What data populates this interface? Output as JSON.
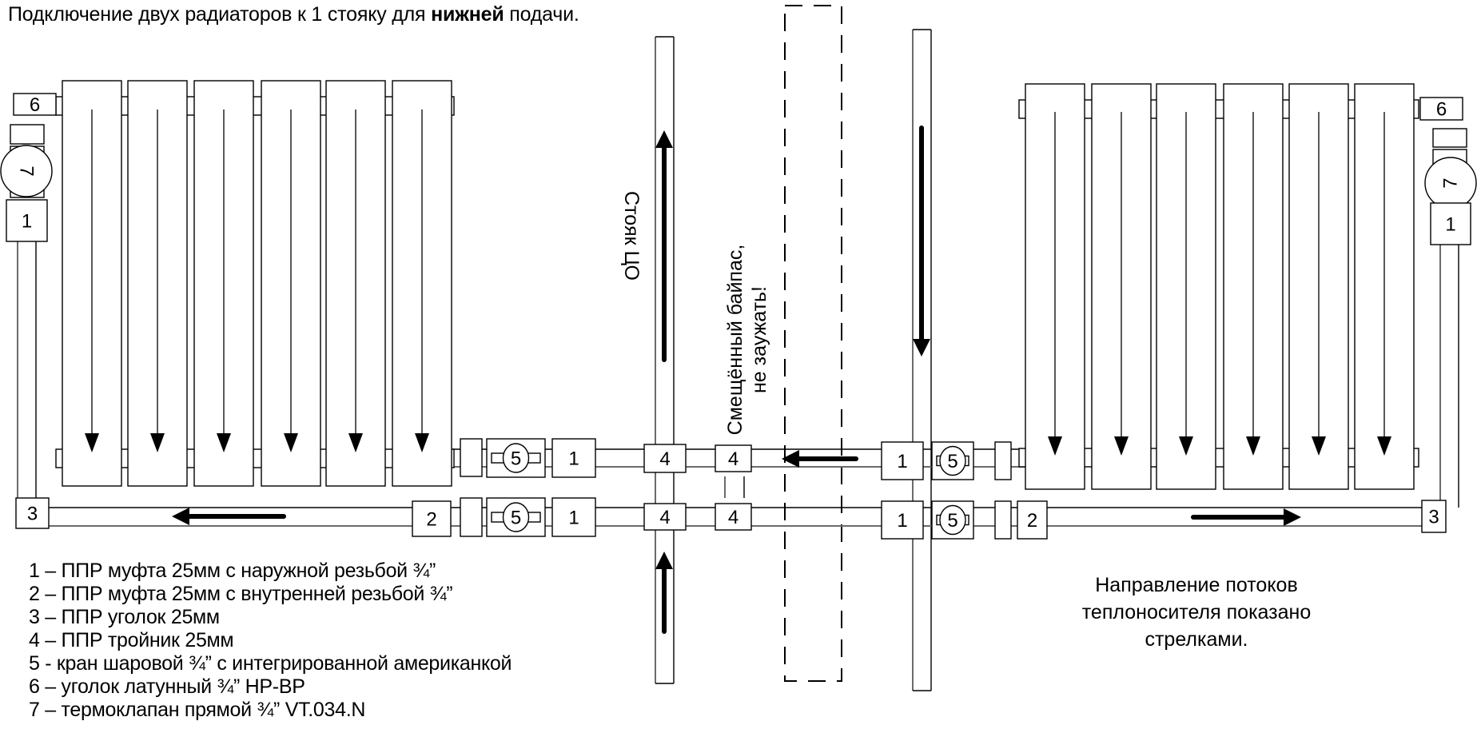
{
  "title": {
    "prefix": "Подключение двух радиаторов к 1 стояку для ",
    "bold": "нижней",
    "suffix": " подачи."
  },
  "labels": {
    "riser": "Стояк ЦО",
    "bypass_line1": "Смещённый байпас,",
    "bypass_line2": "не заужать!"
  },
  "note": {
    "line1": "Направление потоков",
    "line2": "теплоносителя показано",
    "line3": "стрелками."
  },
  "legend": [
    "1 – ППР муфта 25мм с наружной резьбой ¾”",
    "2 – ППР муфта 25мм с внутренней резьбой ¾”",
    "3 – ППР уголок 25мм",
    "4 – ППР тройник 25мм",
    "5 - кран шаровой ¾” с интегрированной американкой",
    "6 – уголок латунный ¾” НР-ВР",
    "7 – термоклапан прямой ¾” VT.034.N"
  ],
  "diagram": {
    "left_radiator": {
      "sections": 6,
      "flow": "down"
    },
    "right_radiator": {
      "sections": 6,
      "flow": "down"
    },
    "part_numbers": {
      "coupling_outer": "1",
      "coupling_inner": "2",
      "elbow": "3",
      "tee": "4",
      "ball_valve": "5",
      "brass_elbow": "6",
      "thermovalve": "7"
    },
    "flows": {
      "left_riser": "up",
      "right_riser": "down",
      "upper_supply": "left",
      "left_return": "left",
      "right_return": "right"
    }
  }
}
